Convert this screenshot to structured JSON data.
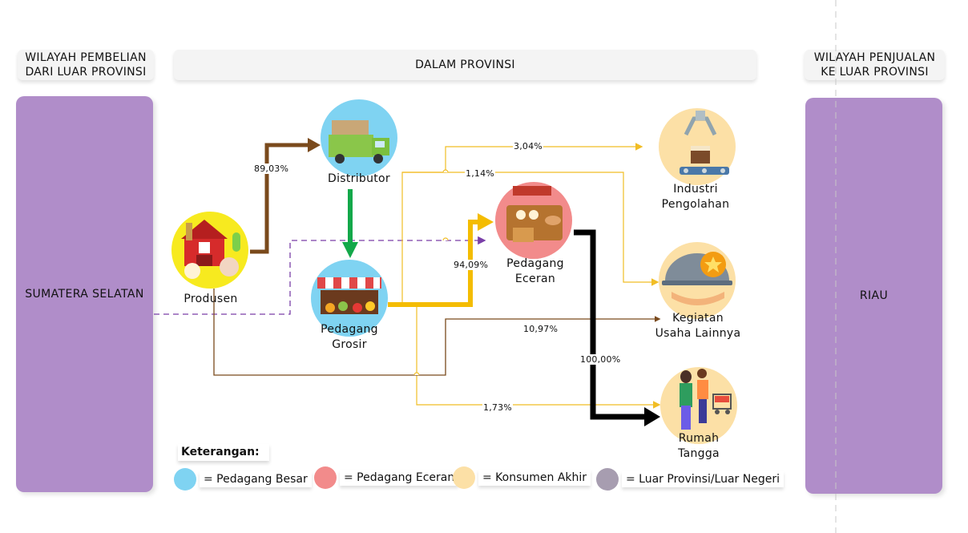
{
  "headers": {
    "left": "WILAYAH PEMBELIAN\nDARI LUAR PROVINSI",
    "center": "DALAM PROVINSI",
    "right": "WILAYAH PENJUALAN\nKE LUAR PROVINSI"
  },
  "regions": {
    "left": "SUMATERA SELATAN",
    "right": "RIAU"
  },
  "nodes": {
    "produsen": "Produsen",
    "distributor": "Distributor",
    "grosir": "Pedagang\nGrosir",
    "eceran": "Pedagang\nEceran",
    "industri": "Industri\nPengolahan",
    "kegiatan": "Kegiatan\nUsaha Lainnya",
    "rumah": "Rumah\nTangga"
  },
  "flows": {
    "produsen_distributor": "89,03%",
    "grosir_industri": "3,04%",
    "grosir_kegiatan_a": "1,14%",
    "grosir_eceran": "94,09%",
    "produsen_kegiatan": "10,97%",
    "eceran_rumah": "100,00%",
    "grosir_rumah": "1,73%"
  },
  "legend": {
    "title": "Keterangan:",
    "items": [
      {
        "label": "= Pedagang Besar",
        "color": "#7fd3f2"
      },
      {
        "label": "= Pedagang Eceran",
        "color": "#f28b8b"
      },
      {
        "label": "= Konsumen Akhir",
        "color": "#fce0a6"
      },
      {
        "label": "= Luar Provinsi/Luar Negeri",
        "color": "#a79db0"
      }
    ]
  },
  "colors": {
    "region": "#b08dc9",
    "brown": "#7a4a1c",
    "green": "#13a84a",
    "yellow": "#f4bc00",
    "thin_yellow": "#f1bd25",
    "purple_dash": "#7a3fa8",
    "black": "#000000"
  }
}
